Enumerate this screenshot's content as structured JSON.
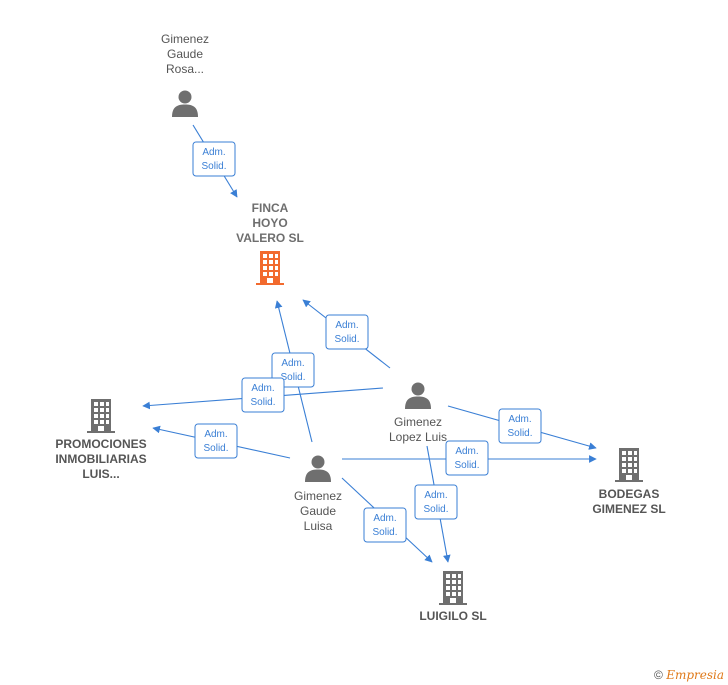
{
  "nodes": [
    {
      "id": "finca",
      "type": "company",
      "main": true,
      "label": [
        "FINCA",
        "HOYO",
        "VALERO  SL"
      ]
    },
    {
      "id": "rosa",
      "type": "person",
      "label": [
        "Gimenez",
        "Gaude",
        "Rosa..."
      ]
    },
    {
      "id": "luis",
      "type": "person",
      "label": [
        "Gimenez",
        "Lopez Luis"
      ]
    },
    {
      "id": "luisa",
      "type": "person",
      "label": [
        "Gimenez",
        "Gaude",
        "Luisa"
      ]
    },
    {
      "id": "promociones",
      "type": "company",
      "label": [
        "PROMOCIONES",
        "INMOBILIARIAS",
        "LUIS..."
      ]
    },
    {
      "id": "bodegas",
      "type": "company",
      "label": [
        "BODEGAS",
        "GIMENEZ SL"
      ]
    },
    {
      "id": "luigilo",
      "type": "company",
      "label": [
        "LUIGILO  SL"
      ]
    }
  ],
  "edges": [
    {
      "from": "rosa",
      "to": "finca",
      "label": [
        "Adm.",
        "Solid."
      ]
    },
    {
      "from": "luis",
      "to": "finca",
      "label": [
        "Adm.",
        "Solid."
      ]
    },
    {
      "from": "luisa",
      "to": "finca",
      "label": [
        "Adm.",
        "Solid."
      ]
    },
    {
      "from": "luis",
      "to": "promociones",
      "label": [
        "Adm.",
        "Solid."
      ]
    },
    {
      "from": "luisa",
      "to": "promociones",
      "label": [
        "Adm.",
        "Solid."
      ]
    },
    {
      "from": "luis",
      "to": "bodegas",
      "label": [
        "Adm.",
        "Solid."
      ]
    },
    {
      "from": "luisa",
      "to": "bodegas",
      "label": [
        "Adm.",
        "Solid."
      ]
    },
    {
      "from": "luis",
      "to": "luigilo",
      "label": [
        "Adm.",
        "Solid."
      ]
    },
    {
      "from": "luisa",
      "to": "luigilo",
      "label": [
        "Adm.",
        "Solid."
      ]
    }
  ],
  "colors": {
    "edge": "#3a7fd5",
    "main_company": "#f26a2e",
    "node_icon": "#6f6f6f"
  },
  "credit": {
    "symbol": "©",
    "brand": "Empresia"
  }
}
